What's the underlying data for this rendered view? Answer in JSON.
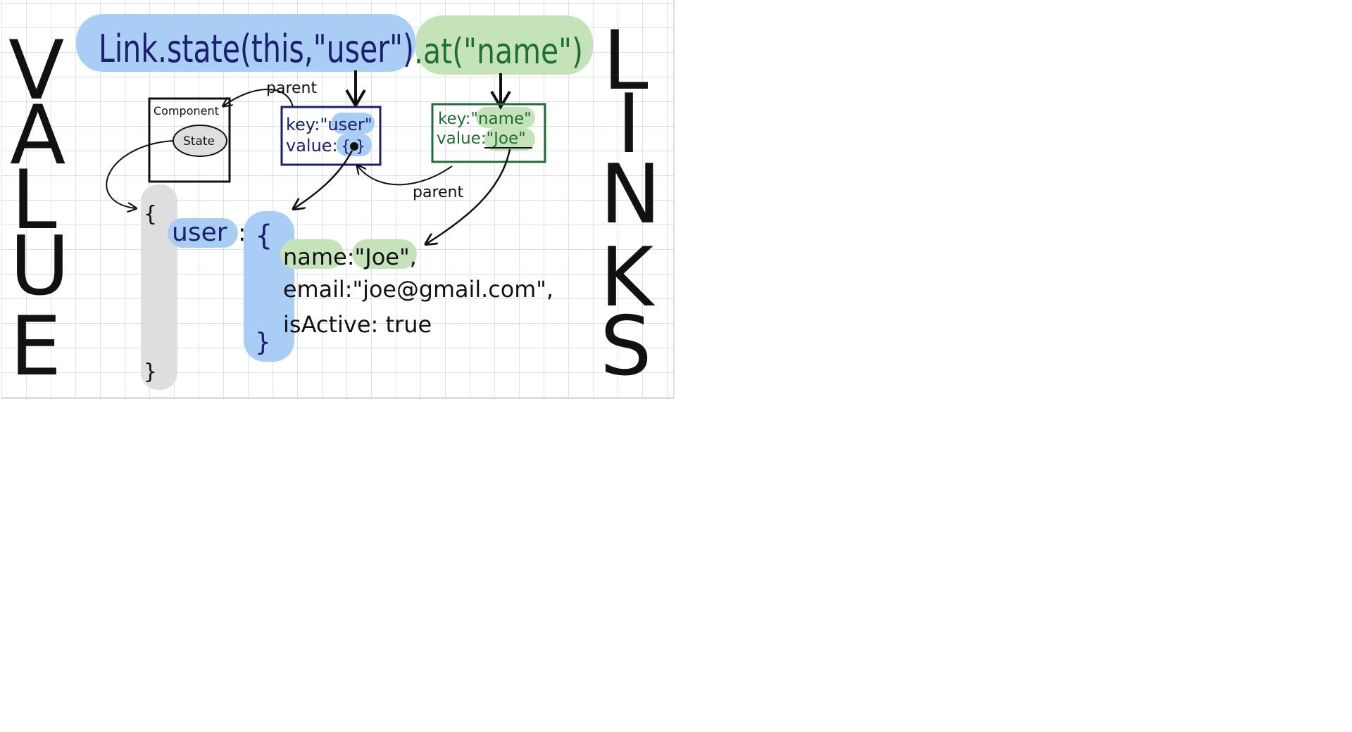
{
  "colors": {
    "grid": "#c5cddb",
    "background": "#ffffff",
    "blue_ink": "#1a1f6e",
    "green_ink": "#1f6e3a",
    "blue_highlight": "#a9cdf4",
    "green_highlight": "#c5e3b9",
    "gray_highlight": "#dedede",
    "black_ink": "#111111"
  },
  "side_labels": {
    "left": [
      "V",
      "A",
      "L",
      "U",
      "E"
    ],
    "right": [
      "L",
      "I",
      "N",
      "K",
      "S"
    ]
  },
  "header": {
    "expression_part1": "Link.state(this,\"user\")",
    "expression_part2": ".at(\"name\")"
  },
  "component_box": {
    "title": "Component",
    "state_label": "State"
  },
  "user_link_box": {
    "key_line": "key:\"user\"",
    "value_prefix": "value:",
    "value_marker": "{ }"
  },
  "name_link_box": {
    "key_line": "key:\"name\"",
    "value_line": "value:\"Joe\""
  },
  "arrow_labels": {
    "parent_top": "parent",
    "parent_bottom": "parent"
  },
  "code": {
    "outer_open": "{",
    "outer_close": "}",
    "user_key": "user",
    "colon": ":",
    "inner_open": "{",
    "name_line": "name:\"Joe\",",
    "email_line": "email:\"joe@gmail.com\",",
    "active_line": "isActive: true",
    "inner_close": "}"
  }
}
